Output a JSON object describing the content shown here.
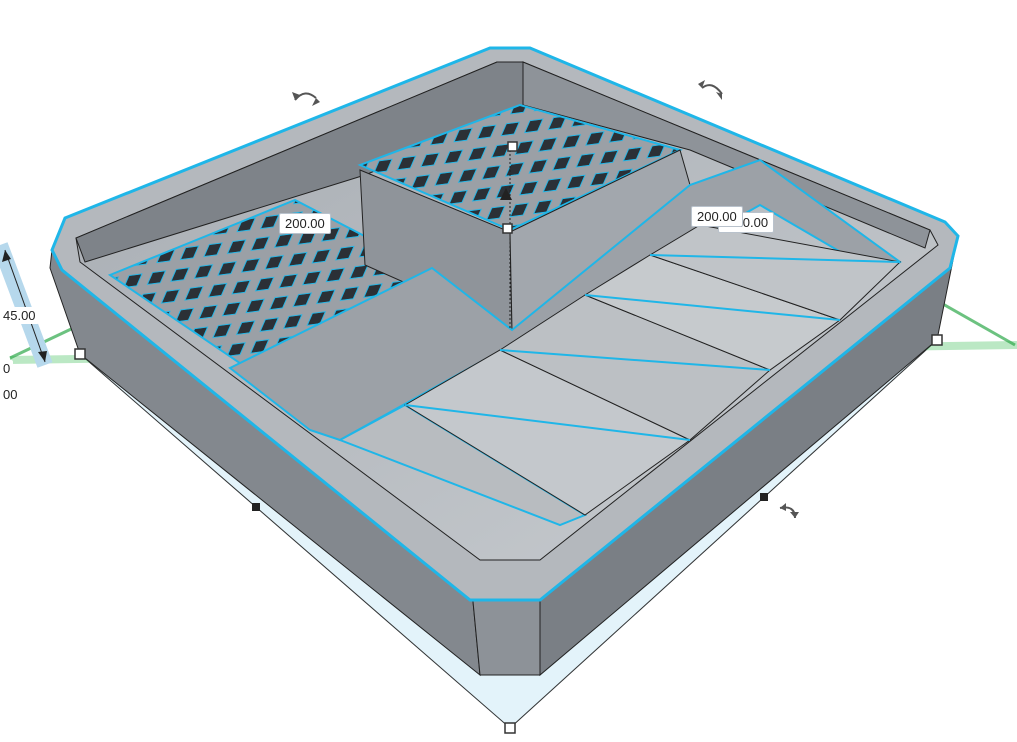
{
  "viewport": {
    "colors": {
      "selection": "#1fb6e8",
      "body_dark": "#7d8289",
      "body_mid": "#9ea3a9",
      "body_light": "#c4c8cc",
      "shadow": "#dff1fa",
      "axis_green": "#2ea84a",
      "handle_border": "#333333"
    },
    "icons": [
      "rotate-arrow-icon",
      "rotate-arrow-icon",
      "rotate-arrow-icon"
    ]
  },
  "dimensions": {
    "width_label": "200.00",
    "length_label": "200.00",
    "length_label_behind": "-220.00",
    "height_label": "45.00",
    "edge_label_1": "0",
    "edge_label_2": "00"
  }
}
